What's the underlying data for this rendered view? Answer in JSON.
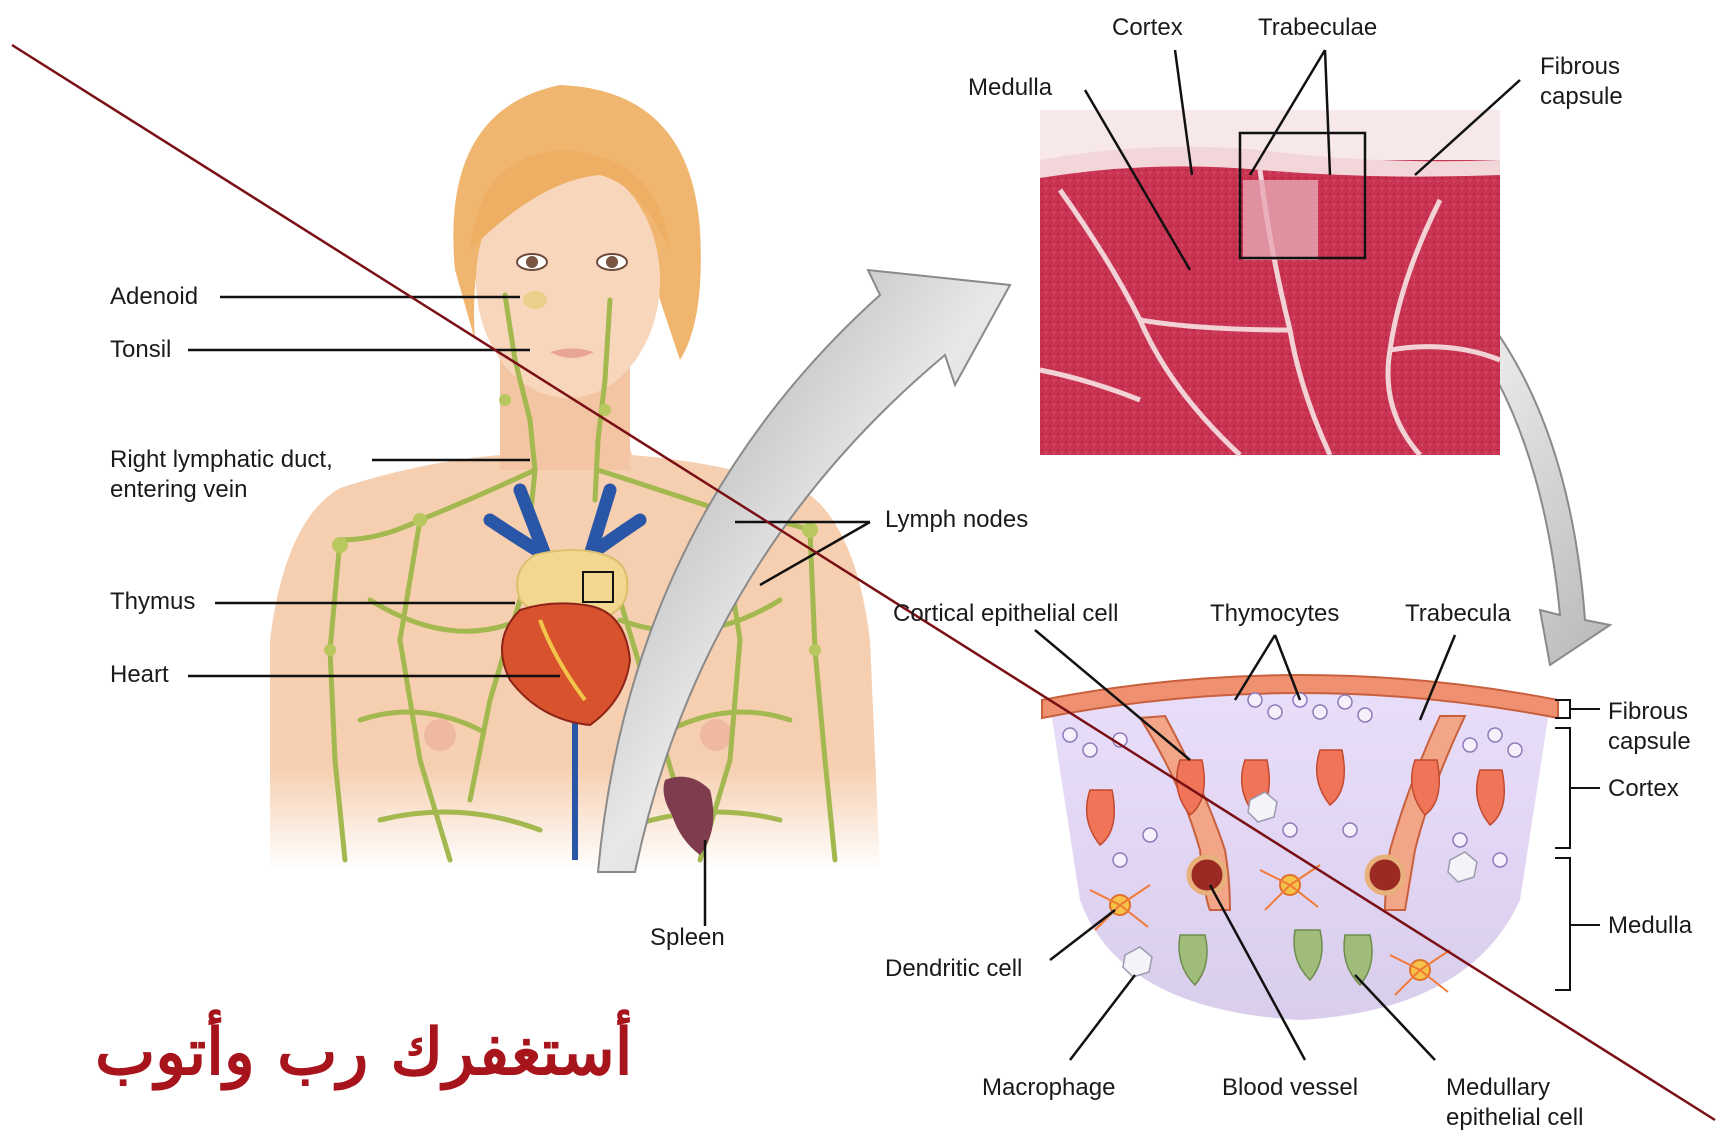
{
  "colors": {
    "skin": "#f6cfb0",
    "hair": "#f0b56e",
    "lymph": "#9cb04a",
    "vein": "#2a56a8",
    "tissue": "#c8304e",
    "strike_line": "#7a1016",
    "arabic_text": "#a8141c"
  },
  "body_labels": {
    "adenoid": "Adenoid",
    "tonsil": "Tonsil",
    "duct_line1": "Right lymphatic duct,",
    "duct_line2": "entering vein",
    "lymph_nodes": "Lymph nodes",
    "thymus": "Thymus",
    "heart": "Heart",
    "spleen": "Spleen"
  },
  "micrograph_labels": {
    "cortex": "Cortex",
    "trabeculae": "Trabeculae",
    "medulla": "Medulla",
    "fibrous_line1": "Fibrous",
    "fibrous_line2": "capsule"
  },
  "thymus_labels": {
    "cortical_epithelial_cell": "Cortical epithelial cell",
    "thymocytes": "Thymocytes",
    "trabecula": "Trabecula",
    "fibrous_line1": "Fibrous",
    "fibrous_line2": "capsule",
    "cortex": "Cortex",
    "medulla": "Medulla",
    "dendritic_cell": "Dendritic cell",
    "macrophage": "Macrophage",
    "blood_vessel": "Blood vessel",
    "medullary_line1": "Medullary",
    "medullary_line2": "epithelial cell"
  },
  "overlay": {
    "arabic_text": "أستغفرك رب وأتوب"
  }
}
